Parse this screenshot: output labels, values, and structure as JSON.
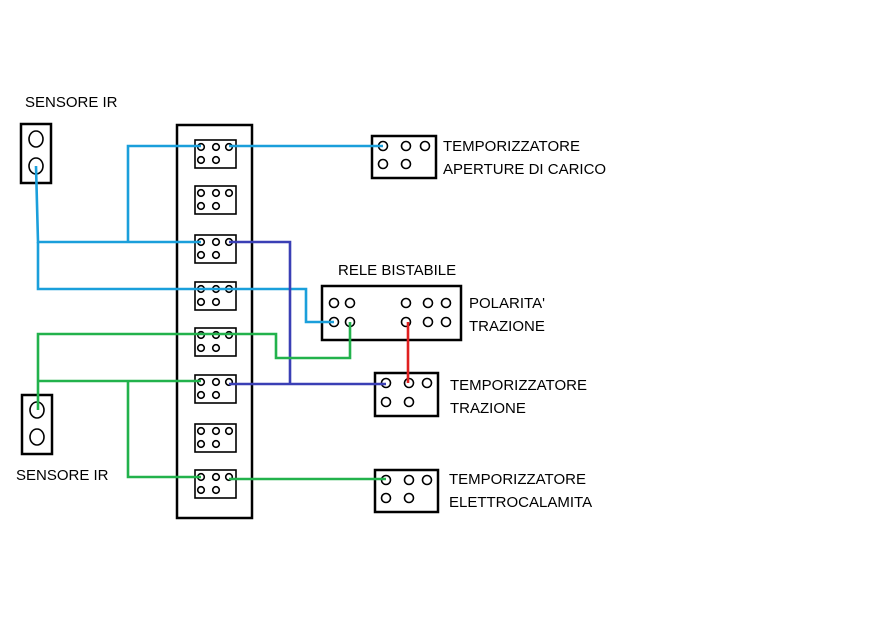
{
  "labels": {
    "sensor_top": "SENSORE IR",
    "sensor_bottom": "SENSORE IR",
    "relay": "RELE BISTABILE",
    "polarity_line1": "POLARITA'",
    "polarity_line2": "TRAZIONE",
    "timer1_line1": "TEMPORIZZATORE",
    "timer1_line2": "APERTURE DI CARICO",
    "timer2_line1": "TEMPORIZZATORE",
    "timer2_line2": "TRAZIONE",
    "timer3_line1": "TEMPORIZZATORE",
    "timer3_line2": "ELETTROCALAMITA"
  },
  "colors": {
    "cyan_wire": "#1a9fdb",
    "blue_wire": "#3a3fb5",
    "green_wire": "#22b24c",
    "red_wire": "#e02020"
  }
}
